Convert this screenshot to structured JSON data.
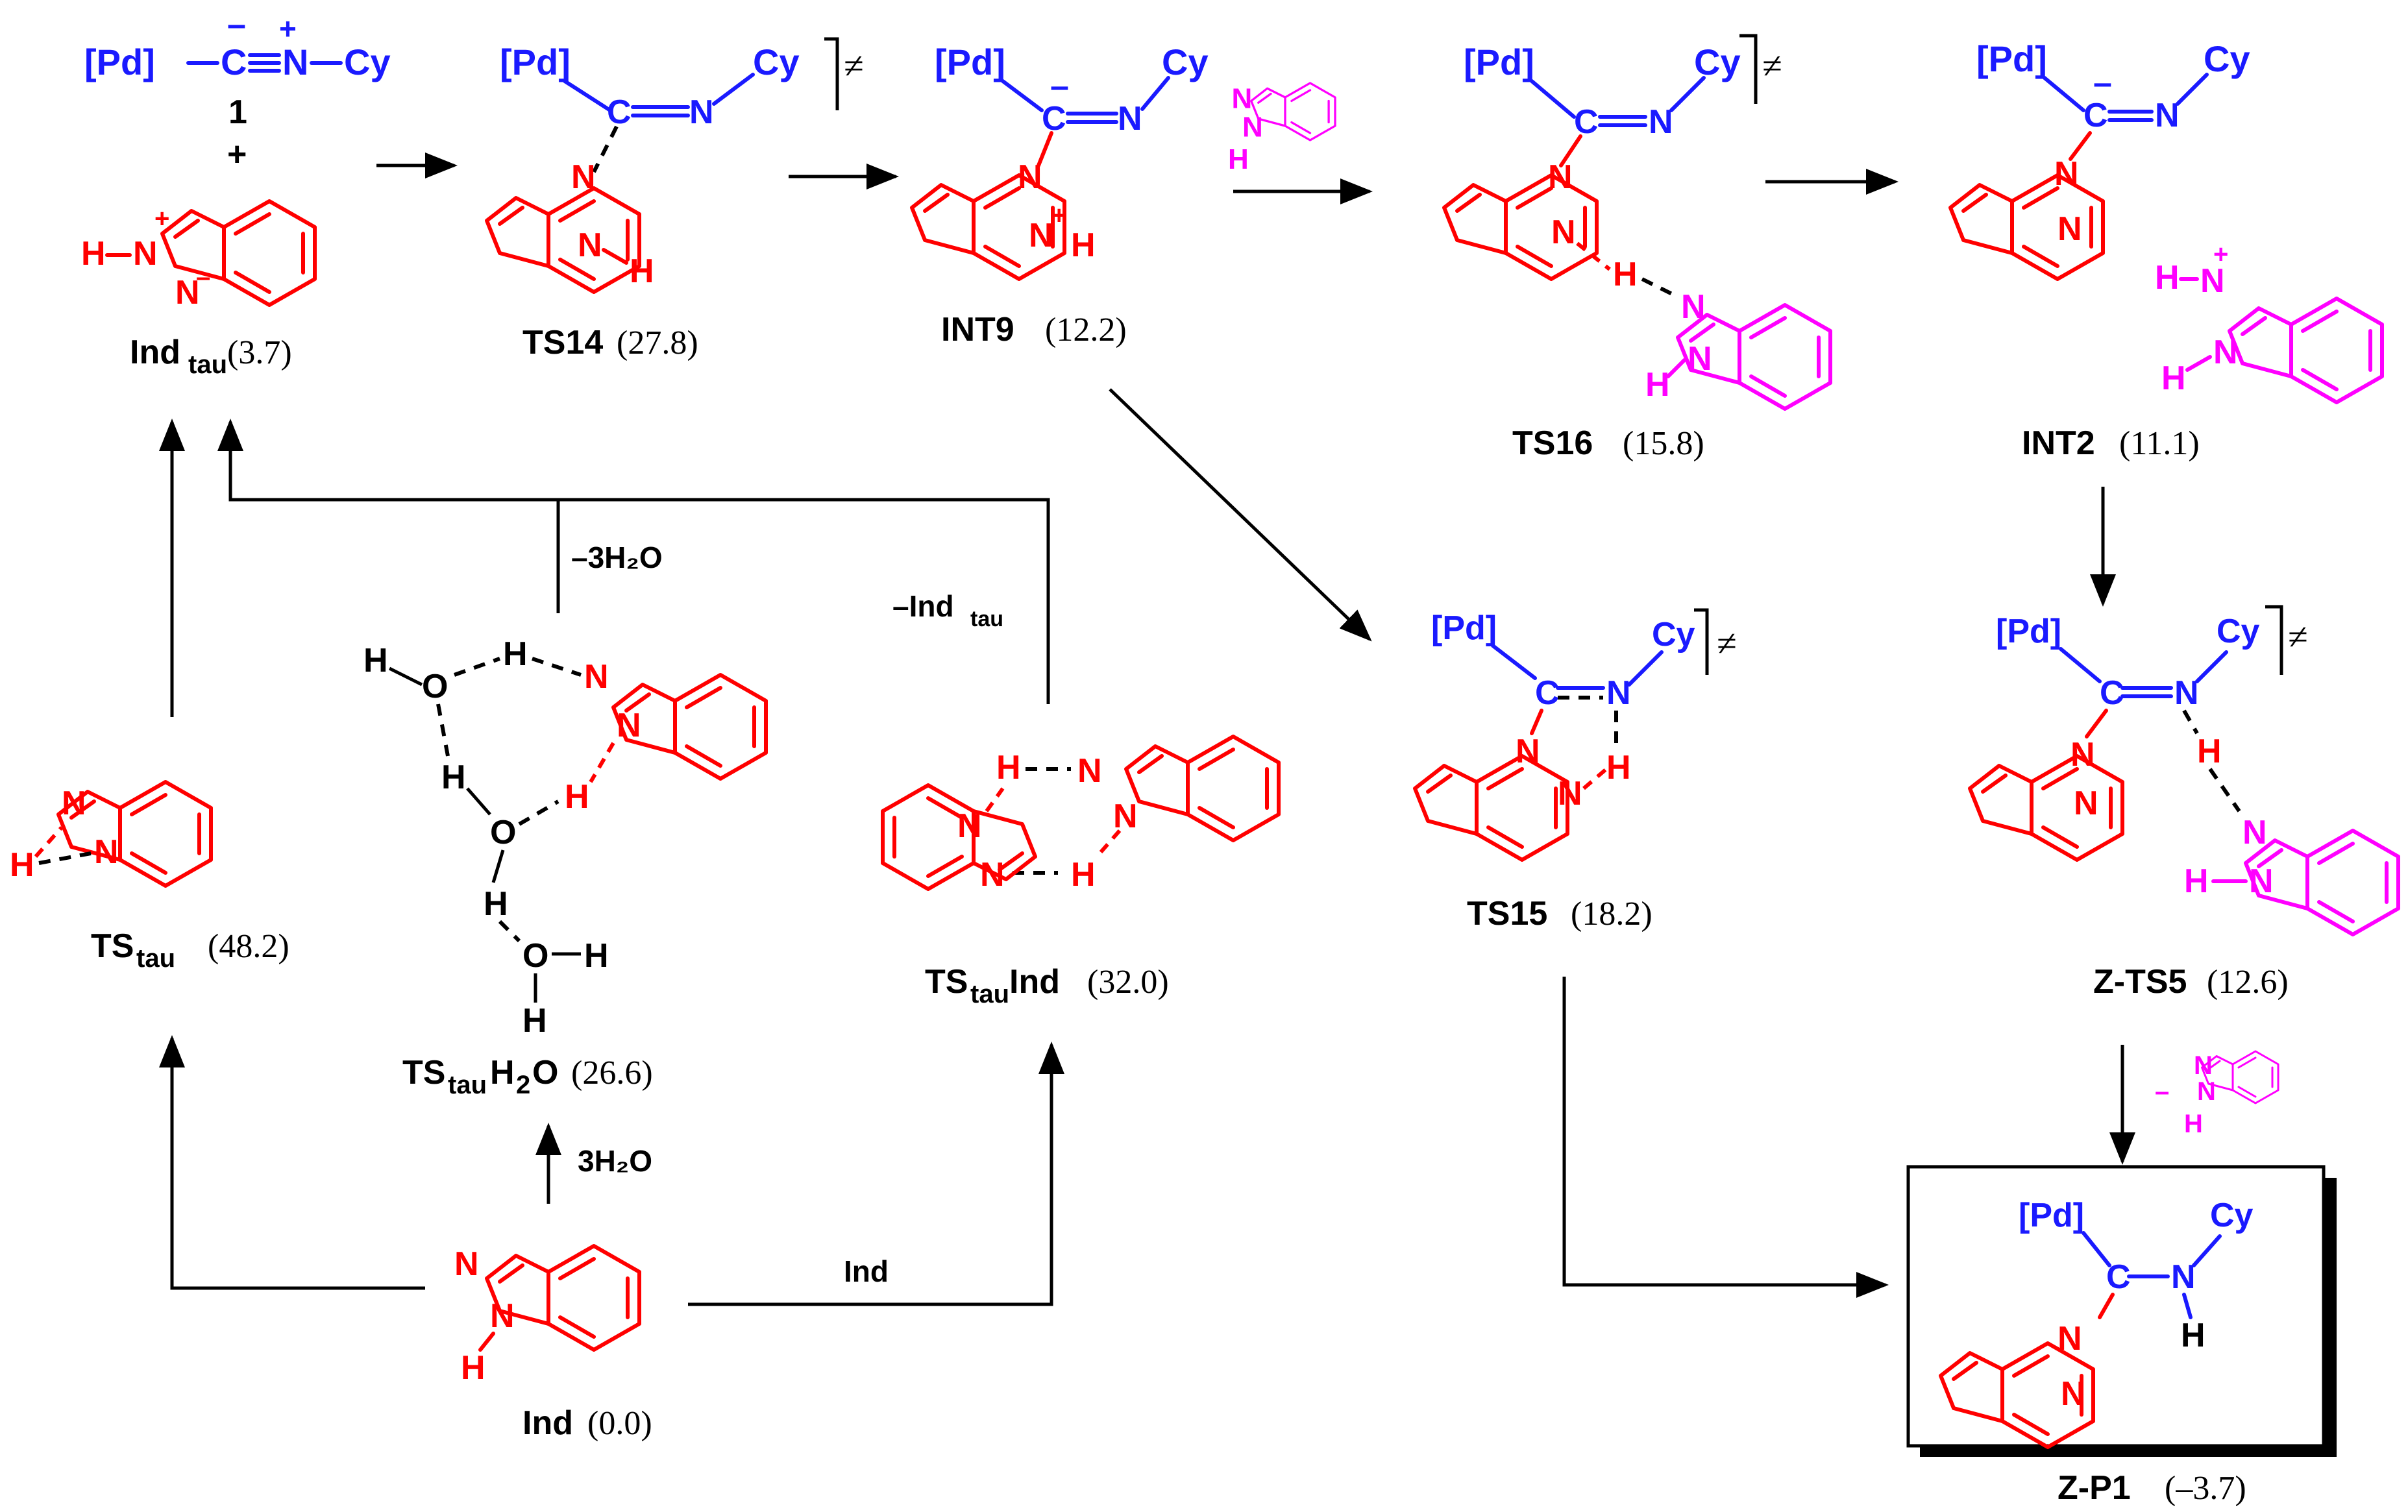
{
  "reagent": {
    "pd": "[Pd]",
    "c": "C",
    "n": "N",
    "cy": "Cy",
    "label": "1",
    "plus_sign": "+",
    "minus": "–",
    "plus": "+"
  },
  "species": {
    "ind_tau": {
      "name": "Ind",
      "sub": "tau",
      "energy": "(3.7)"
    },
    "ts14": {
      "name": "TS14",
      "energy": "(27.8)"
    },
    "int9": {
      "name": "INT9",
      "energy": "(12.2)"
    },
    "ts16": {
      "name": "TS16",
      "energy": "(15.8)"
    },
    "int2": {
      "name": "INT2",
      "energy": "(11.1)"
    },
    "ts15": {
      "name": "TS15",
      "energy": "(18.2)"
    },
    "z_ts5": {
      "name": "Z-TS5",
      "energy": "(12.6)"
    },
    "ts_tau": {
      "name": "TS",
      "sub": "tau",
      "energy": "(48.2)"
    },
    "ts_tau_h2o": {
      "name": "TS",
      "sub": "tau",
      "suffix": "H",
      "sub2": "2",
      "suffix2": "O",
      "energy": "(26.6)"
    },
    "ts_tau_ind": {
      "name": "TS",
      "sub": "tau",
      "suffix": "Ind",
      "energy": "(32.0)"
    },
    "ind": {
      "name": "Ind",
      "energy": "(0.0)"
    },
    "z_p1": {
      "name": "Z-P1",
      "energy": "(–3.7)"
    }
  },
  "arrow_labels": {
    "minus_3h2o": "–3H₂O",
    "minus_ind_tau": "–Ind",
    "minus_ind_tau_sub": "tau",
    "plus_3h2o": "3H₂O",
    "ind": "Ind"
  },
  "atoms": {
    "N": "N",
    "H": "H",
    "O": "O",
    "C": "C",
    "pd": "[Pd]",
    "cy": "Cy",
    "plus": "+",
    "minus": "–",
    "ts_mark": "≠"
  },
  "colors": {
    "metal_fragment": "#1a1aff",
    "indazole": "#ff0000",
    "second_indazole": "#ff00ff",
    "arrows": "#000000"
  }
}
